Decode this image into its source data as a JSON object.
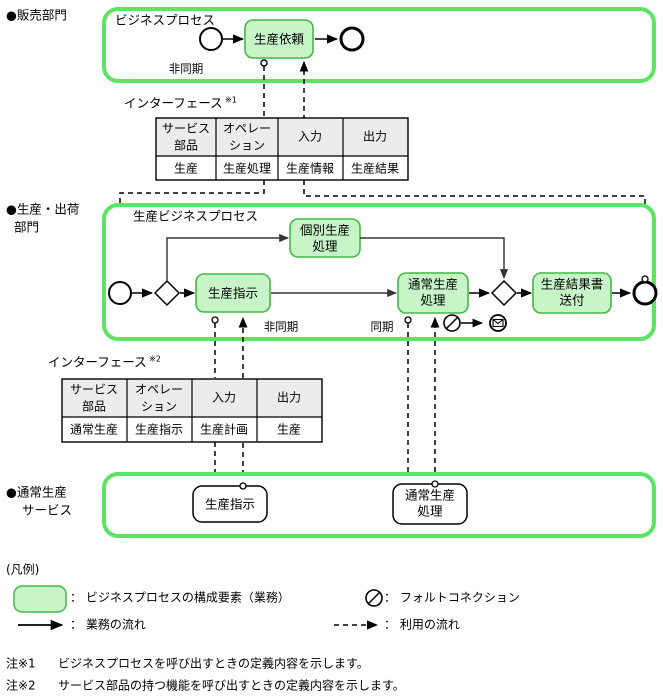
{
  "lanes": [
    {
      "id": "sales",
      "label_line1": "●販売部門",
      "label_line2": ""
    },
    {
      "id": "production",
      "label_line1": "●生産・出荷",
      "label_line2": "部門"
    },
    {
      "id": "service",
      "label_line1": "●通常生産",
      "label_line2": "サービス"
    }
  ],
  "sales_lane": {
    "process_title": "ビジネスプロセス",
    "task": "生産依頼",
    "async_label": "非同期"
  },
  "production_lane": {
    "process_title": "生産ビジネスプロセス",
    "tasks": {
      "individual": "個別生産\n処理",
      "individual_line1": "個別生産",
      "individual_line2": "処理",
      "instruction": "生産指示",
      "normal_line1": "通常生産",
      "normal_line2": "処理",
      "result_line1": "生産結果書",
      "result_line2": "送付"
    },
    "async_label": "非同期",
    "sync_label": "同期"
  },
  "service_lane": {
    "task_instruction": "生産指示",
    "task_normal_line1": "通常生産",
    "task_normal_line2": "処理"
  },
  "interface_tables": [
    {
      "id": "iface1",
      "caption": "インターフェース",
      "caption_note": "※1",
      "headers": [
        "サービス\n部品",
        "オペレー\nション",
        "入力",
        "出力"
      ],
      "headers_split": [
        [
          "サービス",
          "部品"
        ],
        [
          "オペレー",
          "ション"
        ],
        [
          "入力",
          ""
        ],
        [
          "出力",
          ""
        ]
      ],
      "row": [
        "生産",
        "生産処理",
        "生産情報",
        "生産結果"
      ]
    },
    {
      "id": "iface2",
      "caption": "インターフェース",
      "caption_note": "※2",
      "headers": [
        "サービス\n部品",
        "オペレー\nション",
        "入力",
        "出力"
      ],
      "headers_split": [
        [
          "サービス",
          "部品"
        ],
        [
          "オペレー",
          "ション"
        ],
        [
          "入力",
          ""
        ],
        [
          "出力",
          ""
        ]
      ],
      "row": [
        "通常生産",
        "生産指示",
        "生産計画",
        "生産"
      ]
    }
  ],
  "legend": {
    "title": "(凡例)",
    "items": [
      {
        "icon": "rounded-green-box-icon",
        "text": "： ビジネスプロセスの構成要素（業務）"
      },
      {
        "icon": "solid-arrow-icon",
        "text": "： 業務の流れ"
      },
      {
        "icon": "fault-connection-icon",
        "text": "： フォルトコネクション"
      },
      {
        "icon": "dashed-arrow-icon",
        "text": "： 利用の流れ"
      }
    ]
  },
  "notes": [
    {
      "marker": "注※1",
      "text": "ビジネスプロセスを呼び出すときの定義内容を示します。"
    },
    {
      "marker": "注※2",
      "text": "サービス部品の持つ機能を呼び出すときの定義内容を示します。"
    }
  ],
  "colors": {
    "lane_border": "#5ce563",
    "task_fill": "#c8f5c8",
    "task_border": "#44b944",
    "table_header_fill": "#ececec",
    "line": "#000000",
    "flow_line": "#555555"
  }
}
